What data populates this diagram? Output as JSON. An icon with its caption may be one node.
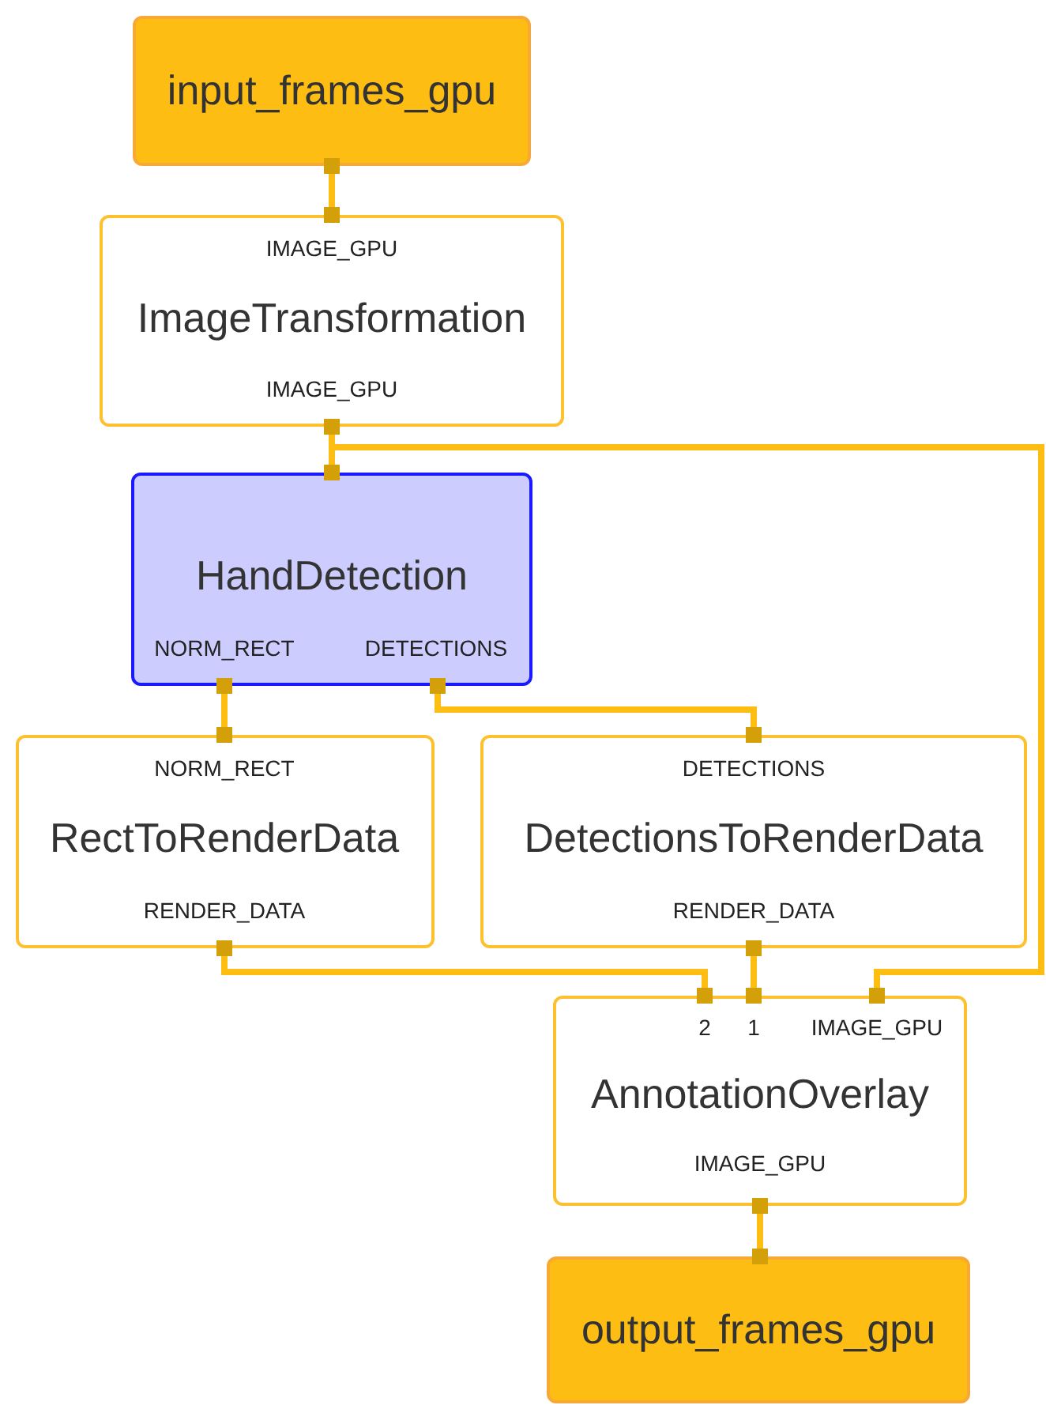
{
  "diagram": {
    "nodes": [
      {
        "text": [
          "input_frames_gpu"
        ]
      },
      {
        "text": [
          "IMAGE_GPU",
          "ImageTransformation",
          "IMAGE_GPU"
        ]
      },
      {
        "text": [
          "HandDetection",
          "NORM_RECT",
          "DETECTIONS"
        ]
      },
      {
        "text": [
          "NORM_RECT",
          "RectToRenderData",
          "RENDER_DATA"
        ]
      },
      {
        "text": [
          "DETECTIONS",
          "DetectionsToRenderData",
          "RENDER_DATA"
        ]
      },
      {
        "text": [
          "2",
          "1",
          "IMAGE_GPU",
          "AnnotationOverlay",
          "IMAGE_GPU"
        ]
      },
      {
        "text": [
          "output_frames_gpu"
        ]
      }
    ],
    "edges": [
      {
        "from": 0,
        "to": 1,
        "arrow": "other"
      },
      {
        "from": 1,
        "to": 2,
        "arrow": "other"
      },
      {
        "from": 1,
        "to": 5,
        "arrow": "other"
      },
      {
        "from": 2,
        "to": 3,
        "arrow": "other"
      },
      {
        "from": 2,
        "to": 4,
        "arrow": "other"
      },
      {
        "from": 3,
        "to": 5,
        "arrow": "other"
      },
      {
        "from": 4,
        "to": 5,
        "arrow": "other"
      },
      {
        "from": 5,
        "to": 6,
        "arrow": "other"
      }
    ]
  }
}
